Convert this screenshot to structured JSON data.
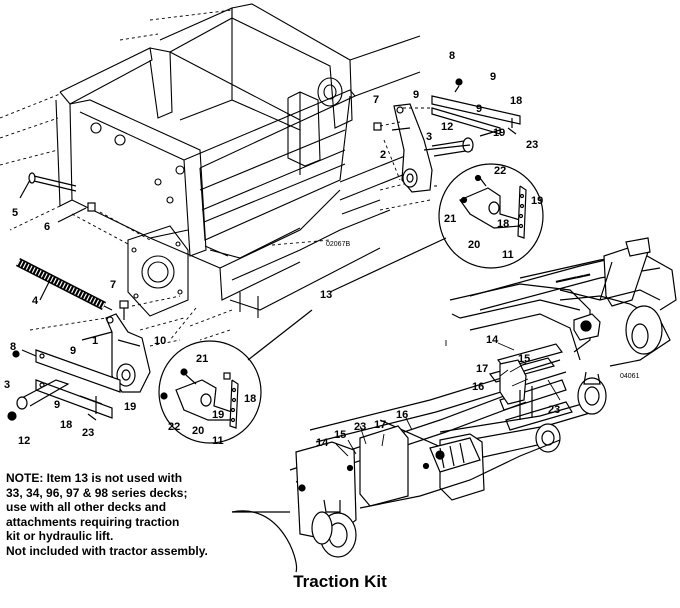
{
  "caption": "Traction Kit",
  "note_lines": [
    "NOTE:  Item 13 is not used with",
    "33, 34, 96, 97 & 98 series decks;",
    "use with all other decks and",
    "attachments requiring traction",
    "kit or hydraulic lift.",
    "Not included with tractor assembly."
  ],
  "drawing_codes": {
    "frame": "02067B",
    "deck": "04061"
  },
  "callouts": {
    "c8a": "8",
    "c9a": "9",
    "c9b": "9",
    "c9c": "9",
    "c18a": "18",
    "c7a": "7",
    "c2": "2",
    "c3a": "3",
    "c12a": "12",
    "c19a": "19",
    "c23a": "23",
    "c22a": "22",
    "c21a": "21",
    "c19b": "19",
    "c18b": "18",
    "c20a": "20",
    "c11a": "11",
    "c5": "5",
    "c6": "6",
    "c4": "4",
    "c7b": "7",
    "c13": "13",
    "c1": "1",
    "c10": "10",
    "c8b": "8",
    "c9d": "9",
    "c3b": "3",
    "c9e": "9",
    "c19c": "19",
    "c18c": "18",
    "c12b": "12",
    "c23b": "23",
    "c21b": "21",
    "c18d": "18",
    "c19d": "19",
    "c22b": "22",
    "c20b": "20",
    "c11b": "11",
    "c14a": "14",
    "c15a": "15",
    "c17a": "17",
    "c16a": "16",
    "c23c": "23",
    "c23d": "23",
    "c16b": "16",
    "c14b": "14",
    "c15b": "15",
    "c17b": "17"
  }
}
